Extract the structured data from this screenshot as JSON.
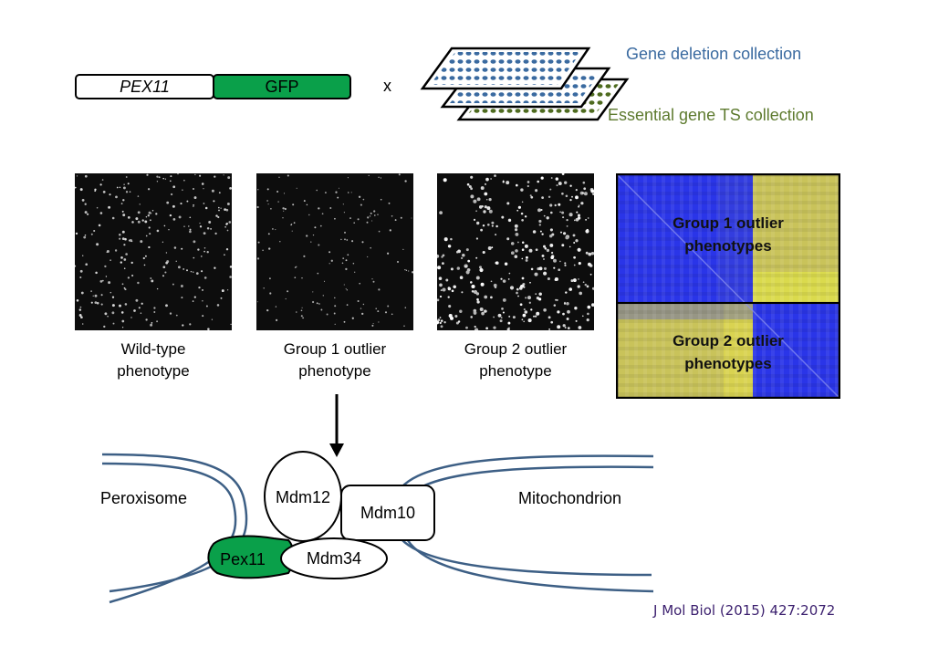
{
  "construct": {
    "gene": "PEX11",
    "tag": "GFP"
  },
  "cross_symbol": "x",
  "collections": {
    "deletion": {
      "label": "Gene deletion collection",
      "color": "#3a6aa0"
    },
    "ts": {
      "label": "Essential gene TS collection",
      "color": "#5d7a2e"
    }
  },
  "phenotypes": [
    {
      "line1": "Wild-type",
      "line2": "phenotype"
    },
    {
      "line1": "Group 1 outlier",
      "line2": "phenotype"
    },
    {
      "line1": "Group 2 outlier",
      "line2": "phenotype"
    }
  ],
  "heatmap": {
    "group1": {
      "line1": "Group 1 outlier",
      "line2": "phenotypes"
    },
    "group2": {
      "line1": "Group 2 outlier",
      "line2": "phenotypes"
    },
    "colors": {
      "blue": "#2a35e8",
      "yellow": "#c9c35a"
    }
  },
  "organelles": {
    "left": "Peroxisome",
    "right": "Mitochondrion"
  },
  "proteins": {
    "mdm12": "Mdm12",
    "mdm10": "Mdm10",
    "mdm34": "Mdm34",
    "pex11": "Pex11"
  },
  "colors": {
    "green": "#0aa04a",
    "membrane": "#3d5f85",
    "citation": "#3b1f6e"
  },
  "citation": "J Mol Biol (2015) 427:2072"
}
